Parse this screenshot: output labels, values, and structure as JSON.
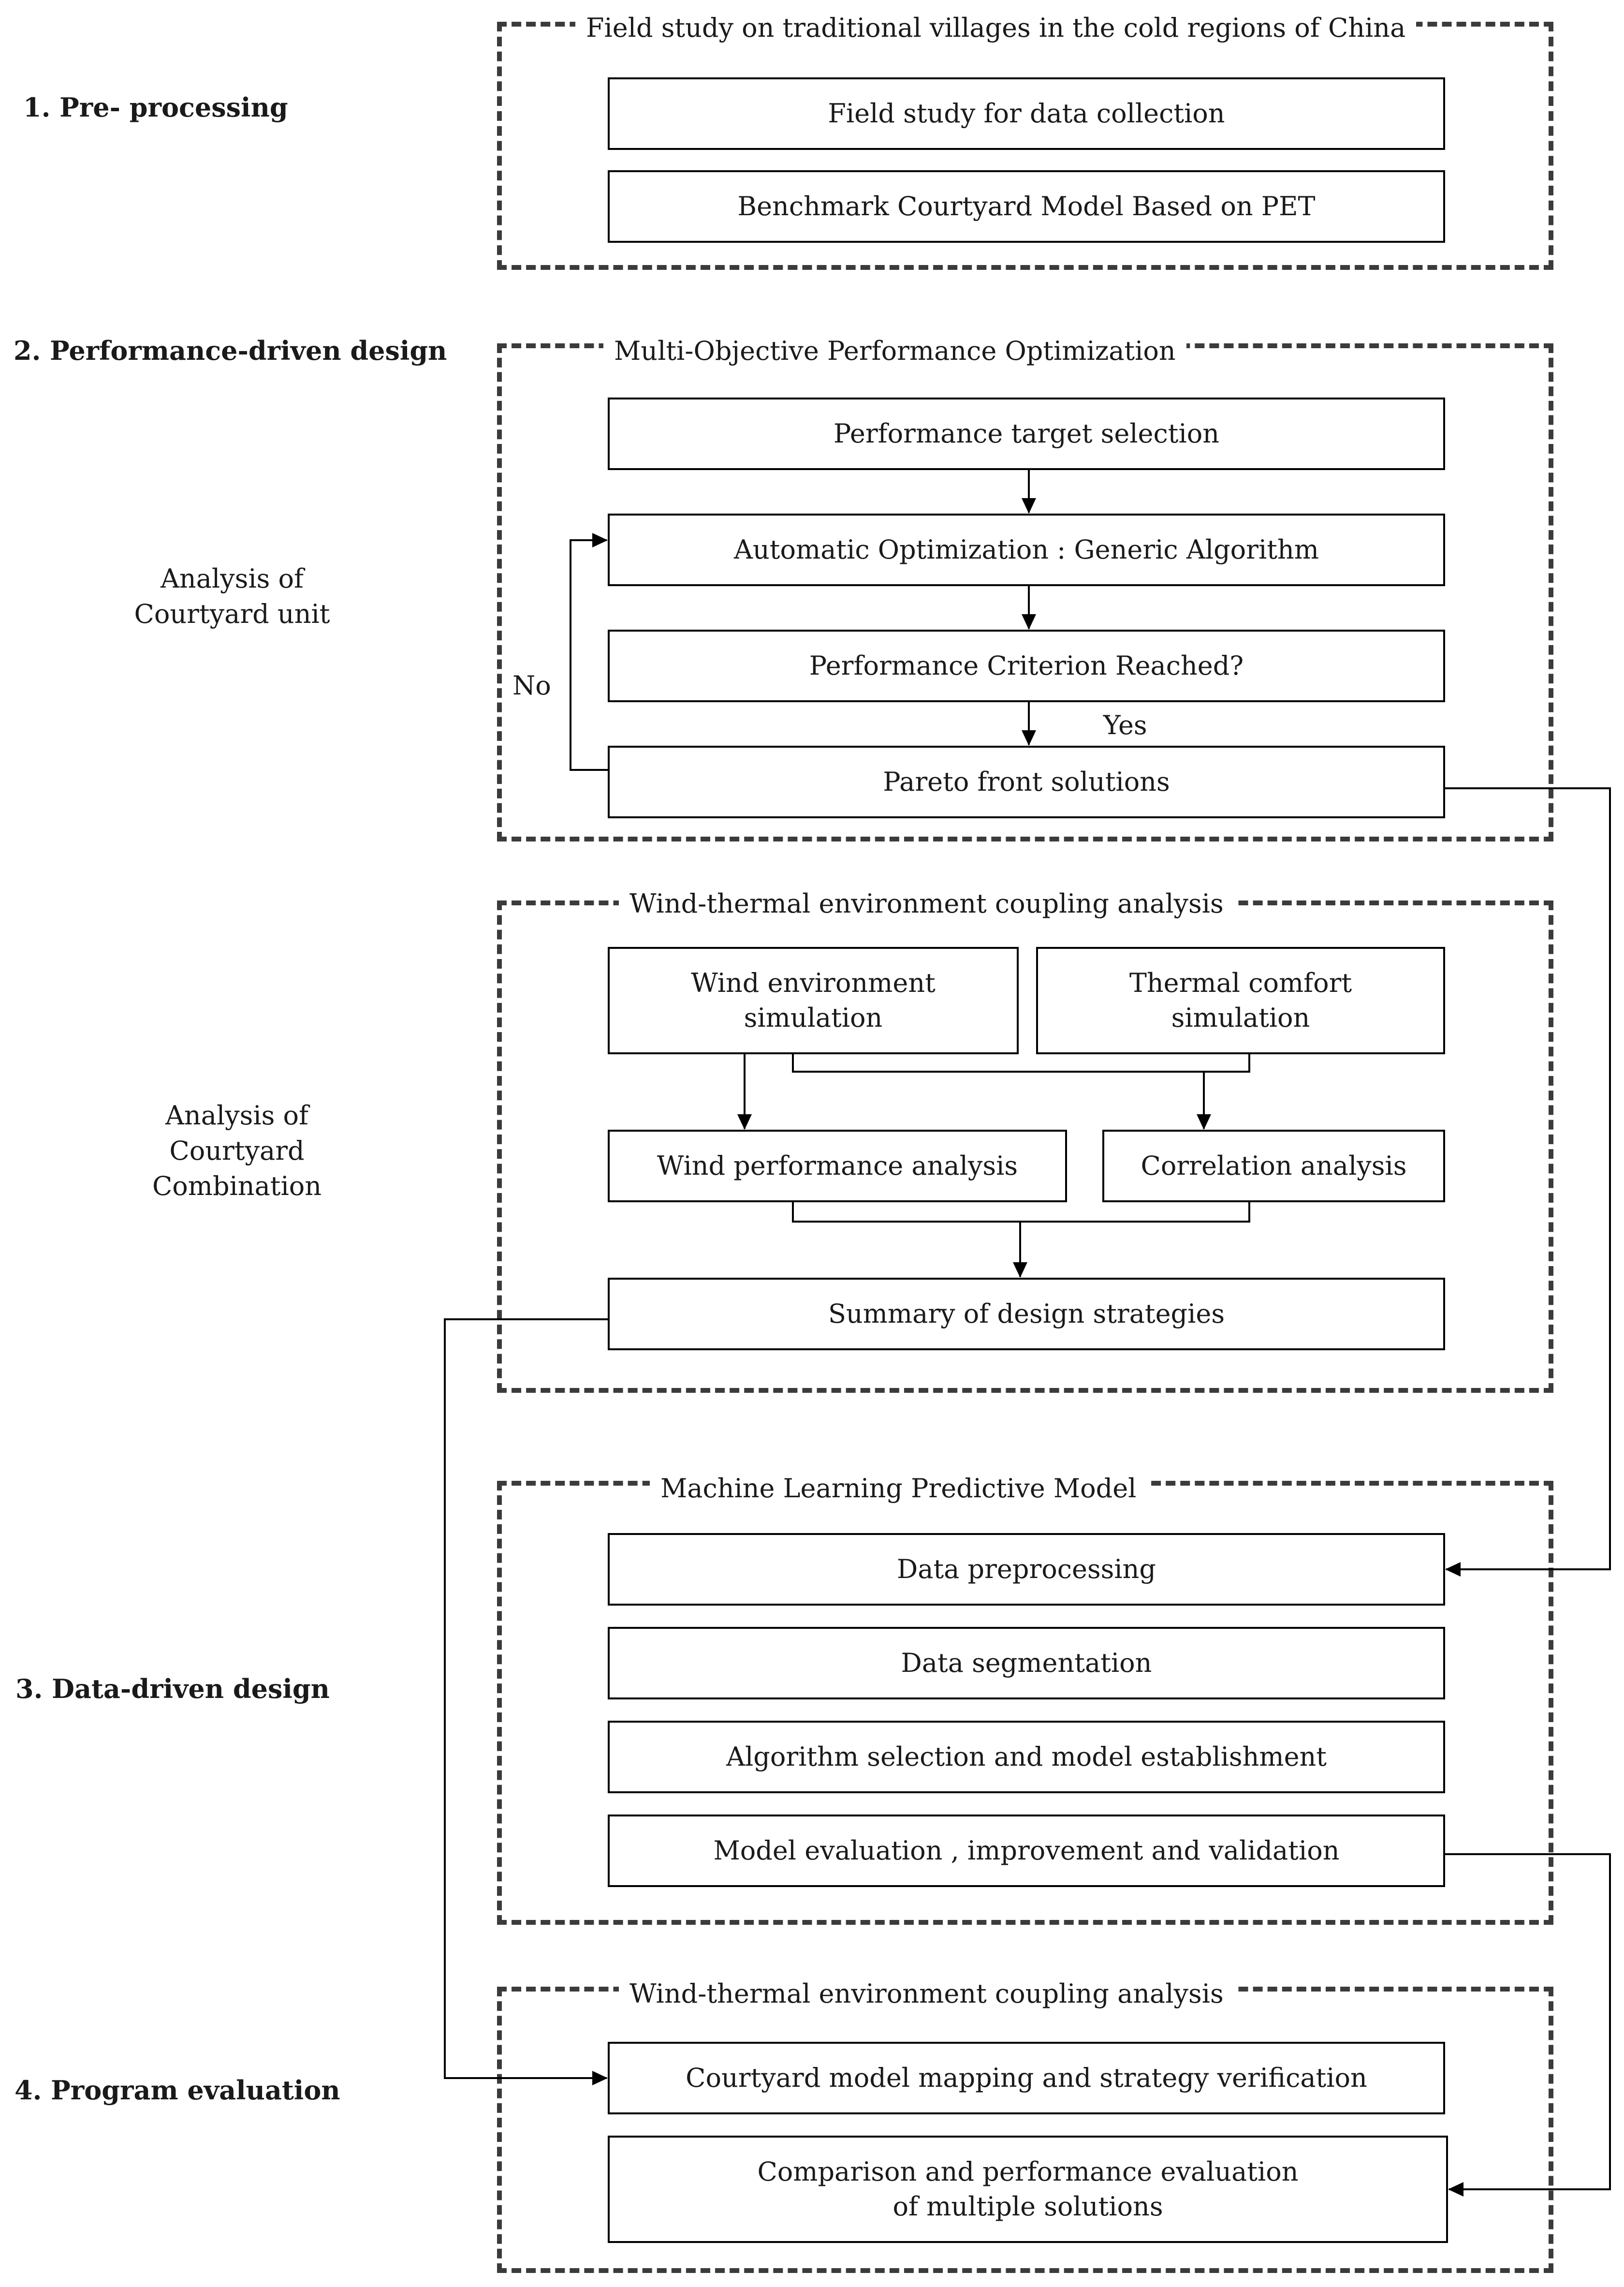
{
  "sections": {
    "pre_processing": "1. Pre- processing",
    "performance_driven": "2. Performance-driven design",
    "data_driven": "3. Data-driven design",
    "program_evaluation": "4. Program evaluation"
  },
  "side_labels": {
    "courtyard_unit": "Analysis of\nCourtyard unit",
    "courtyard_combination": "Analysis of\nCourtyard\nCombination"
  },
  "groups": {
    "field_study": {
      "title": "Field study on traditional villages in the cold regions of China",
      "steps": [
        "Field study for data collection",
        "Benchmark Courtyard Model Based on PET"
      ]
    },
    "optimization": {
      "title": "Multi-Objective Performance Optimization",
      "steps": [
        "Performance target selection",
        "Automatic Optimization : Generic Algorithm",
        "Performance Criterion Reached?",
        "Pareto front solutions"
      ],
      "label_no": "No",
      "label_yes": "Yes"
    },
    "coupling": {
      "title": "Wind-thermal environment coupling analysis",
      "wind_sim": "Wind environment\nsimulation",
      "thermal_sim": "Thermal comfort\nsimulation",
      "wind_perf": "Wind performance analysis",
      "correlation": "Correlation analysis",
      "summary": "Summary of design strategies"
    },
    "ml_model": {
      "title": "Machine Learning Predictive Model",
      "steps": [
        "Data preprocessing",
        "Data segmentation",
        "Algorithm selection and model establishment",
        "Model evaluation , improvement and validation"
      ]
    },
    "evaluation": {
      "title": "Wind-thermal environment coupling analysis",
      "steps": [
        "Courtyard model mapping and strategy verification",
        "Comparison and performance evaluation\nof multiple solutions"
      ]
    }
  }
}
